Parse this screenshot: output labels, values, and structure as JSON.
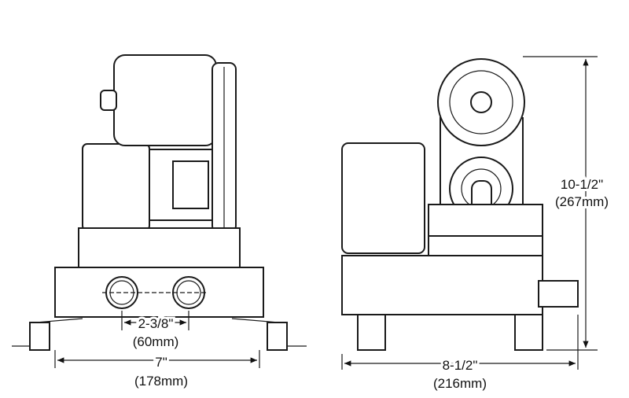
{
  "dimensions": {
    "port_spacing": {
      "imperial": "2-3/8\"",
      "metric": "(60mm)"
    },
    "front_width": {
      "imperial": "7\"",
      "metric": "(178mm)"
    },
    "side_length": {
      "imperial": "8-1/2\"",
      "metric": "(216mm)"
    },
    "height": {
      "imperial": "10-1/2\"",
      "metric": "(267mm)"
    }
  }
}
